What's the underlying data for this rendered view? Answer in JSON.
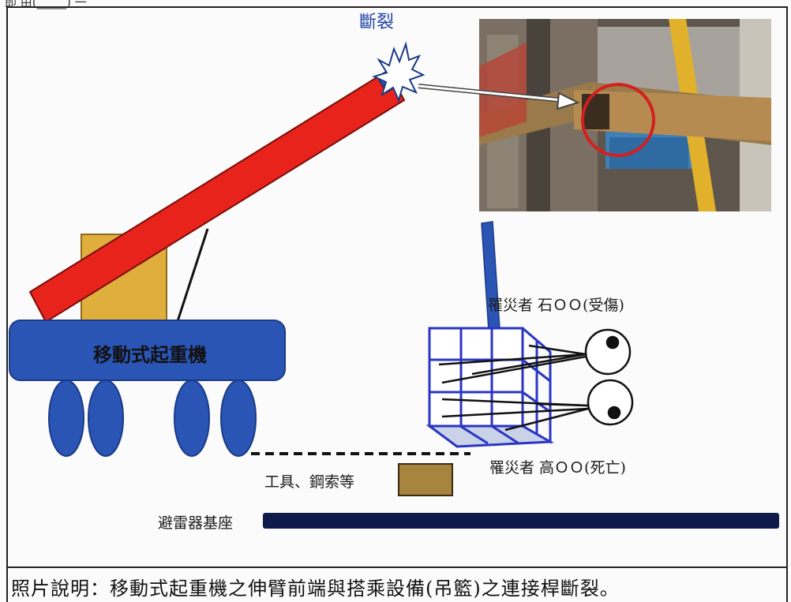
{
  "header_fragment": "即 由(_____) 一",
  "labels": {
    "fracture": "斷裂",
    "crane": "移動式起重機",
    "victim_injured": "罹災者 石ＯＯ(受傷)",
    "victim_dead": "罹災者 高ＯＯ(死亡)",
    "tools": "工具、鋼索等",
    "lightning_base": "避雷器基座"
  },
  "caption": "照片說明：移動式起重機之伸臂前端與搭乘設備(吊籃)之連接桿斷裂。",
  "colors": {
    "boom": "#e8231c",
    "crane_body": "#2a55b5",
    "cab": "#e0ae3c",
    "tools_box": "#a8853e",
    "base_bar": "#0d1a4a",
    "circle": "#d41f1f"
  }
}
